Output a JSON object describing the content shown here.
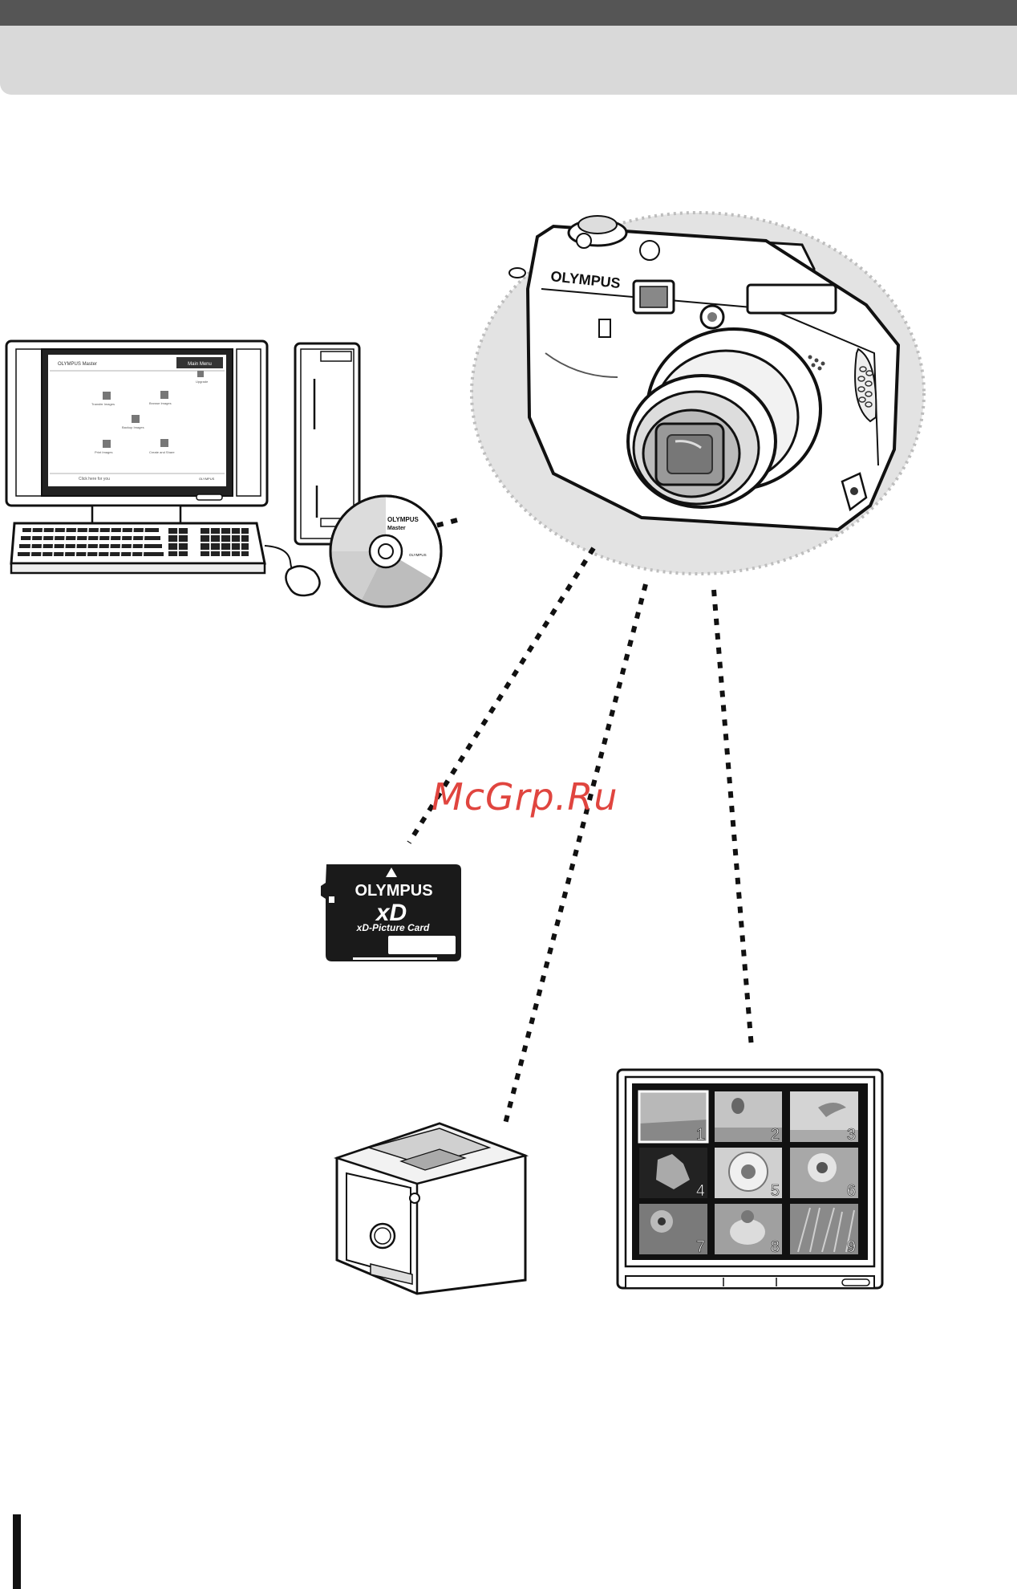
{
  "header": {
    "accent_dark": "#555555",
    "accent_light": "#d9d9d9"
  },
  "camera": {
    "brand": "OLYMPUS"
  },
  "computer": {
    "window_title": "OLYMPUS Master",
    "button": "Main Menu",
    "items": [
      "Transfer Images",
      "Browse Images",
      "Backup Images",
      "Print Images",
      "Create and Share",
      "Upgrade"
    ],
    "status": "Click here for you",
    "footer_brand": "OLYMPUS"
  },
  "cd": {
    "brand": "OLYMPUS",
    "product": "Master",
    "small_brand": "OLYMPUS"
  },
  "xd_card": {
    "brand": "OLYMPUS",
    "logo": "xD",
    "label": "xD-Picture Card"
  },
  "tv": {
    "thumbnails": [
      "1",
      "2",
      "3",
      "4",
      "5",
      "6",
      "7",
      "8",
      "9"
    ]
  },
  "watermark": "McGrp.Ru"
}
